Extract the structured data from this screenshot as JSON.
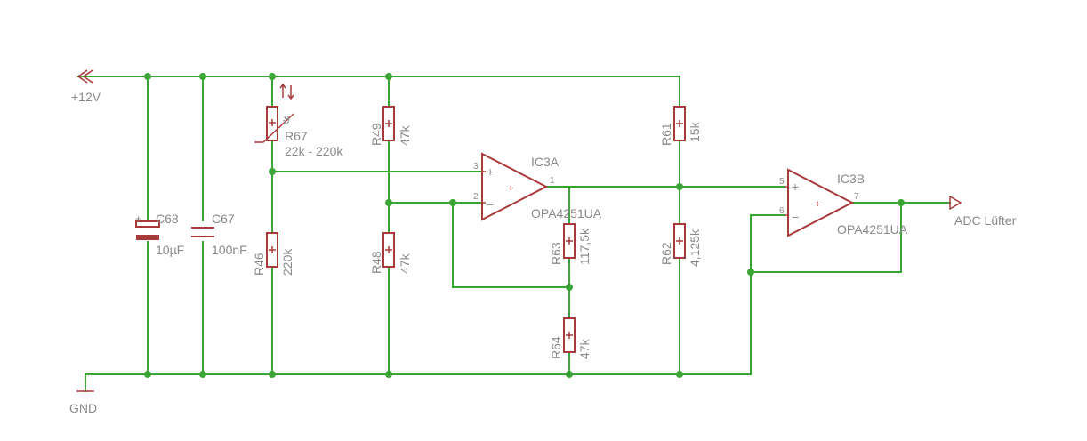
{
  "supply": {
    "label": "+12V"
  },
  "ground": {
    "label": "GND"
  },
  "output": {
    "label": "ADC Lüfter"
  },
  "components": {
    "C68": {
      "name": "C68",
      "value": "10µF"
    },
    "C67": {
      "name": "C67",
      "value": "100nF"
    },
    "R67": {
      "name": "R67",
      "value": "22k - 220k"
    },
    "R46": {
      "name": "R46",
      "value": "220k"
    },
    "R49": {
      "name": "R49",
      "value": "47k"
    },
    "R48": {
      "name": "R48",
      "value": "47k"
    },
    "R63": {
      "name": "R63",
      "value": "117,5k"
    },
    "R64": {
      "name": "R64",
      "value": "47k"
    },
    "R61": {
      "name": "R61",
      "value": "15k"
    },
    "R62": {
      "name": "R62",
      "value": "4,125k"
    },
    "IC3A": {
      "name": "IC3A",
      "value": "OPA4251UA",
      "pins": {
        "in_plus": "3",
        "in_minus": "2",
        "out": "1"
      }
    },
    "IC3B": {
      "name": "IC3B",
      "value": "OPA4251UA",
      "pins": {
        "in_plus": "5",
        "in_minus": "6",
        "out": "7"
      }
    }
  },
  "colors": {
    "wire": "#3aa535",
    "symbol": "#a83a3a",
    "text": "#8a8a8a"
  }
}
